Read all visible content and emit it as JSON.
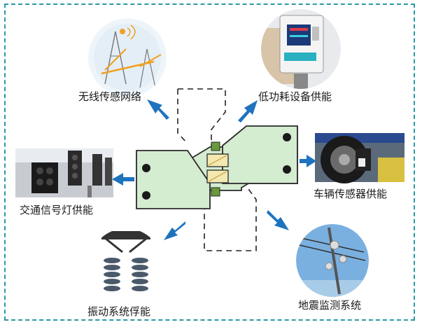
{
  "labels": {
    "wireless_sensor_network": "无线传感网络",
    "low_power_device_supply": "低功耗设备供能",
    "traffic_light_supply": "交通信号灯供能",
    "vehicle_sensor_supply": "车辆传感器供能",
    "vibration_system_floating": "振动系统俘能",
    "seismic_monitoring_system": "地震监测系统"
  },
  "colors": {
    "frame": "#2a9aa4",
    "harvester_body": "#d4ecd0",
    "harvester_outline": "#2a2a2a",
    "arrow": "#1e73be",
    "piezo_patch": "#f2e8b0",
    "mass_block": "#6a9a3a"
  }
}
